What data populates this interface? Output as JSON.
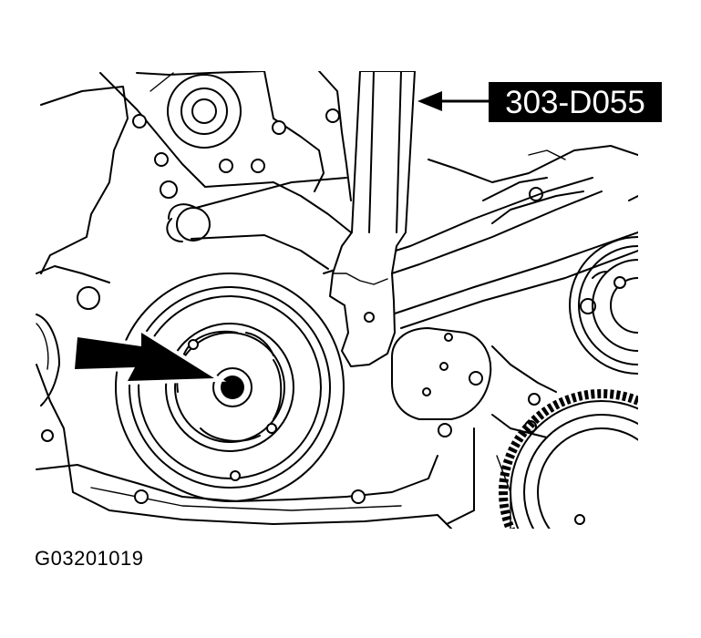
{
  "callout": {
    "tool_label": "303-D055"
  },
  "figure": {
    "id": "G03201019"
  },
  "colors": {
    "line": "#000000",
    "background": "#ffffff",
    "label_box": "#000000",
    "label_text": "#ffffff"
  },
  "icons": {
    "arrow": "bold-pointer-arrow",
    "leader": "leader-arrow"
  }
}
